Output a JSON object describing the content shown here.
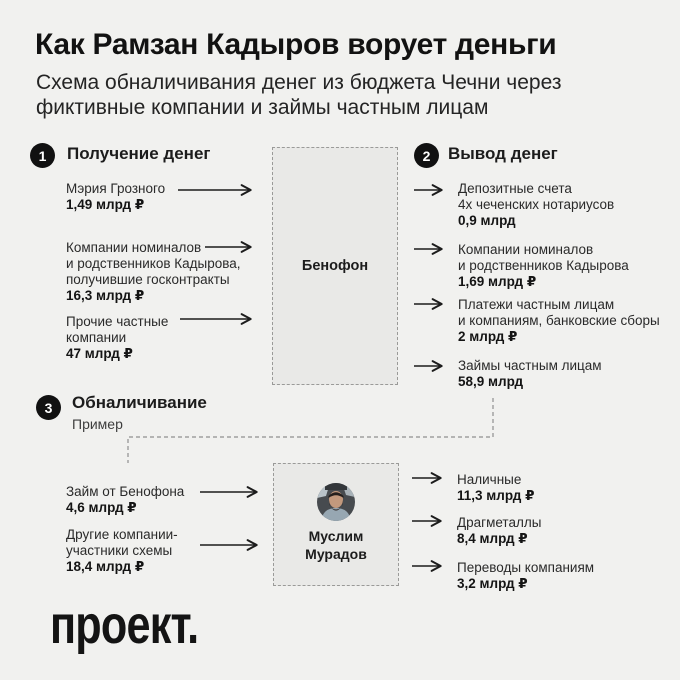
{
  "page": {
    "title": "Как Рамзан Кадыров ворует деньги",
    "subtitle_line1": "Схема обналичивания денег из бюджета Чечни через",
    "subtitle_line2": "фиктивные компании и займы частным лицам"
  },
  "steps": {
    "receive": {
      "number": "1",
      "heading": "Получение денег"
    },
    "withdraw": {
      "number": "2",
      "heading": "Вывод денег"
    },
    "cashout": {
      "number": "3",
      "heading": "Обналичивание",
      "subheading": "Пример"
    }
  },
  "nodes": {
    "benofon": {
      "label": "Бенофон"
    },
    "muradov": {
      "name_line1": "Муслим",
      "name_line2": "Мурадов",
      "photo": "man-in-car-portrait"
    }
  },
  "flows": {
    "receive": [
      {
        "lines": [
          "Мэрия Грозного"
        ],
        "amount": "1,49 млрд ₽"
      },
      {
        "lines": [
          "Компании номиналов",
          "и родственников Кадырова,",
          "получившие госконтракты"
        ],
        "amount": "16,3 млрд ₽"
      },
      {
        "lines": [
          "Прочие частные",
          "компании"
        ],
        "amount": "47 млрд ₽"
      }
    ],
    "withdraw": [
      {
        "lines": [
          "Депозитные счета",
          "4х чеченских нотариусов"
        ],
        "amount": "0,9 млрд"
      },
      {
        "lines": [
          "Компании номиналов",
          "и родственников Кадырова"
        ],
        "amount": "1,69 млрд ₽"
      },
      {
        "lines": [
          "Платежи частным лицам",
          "и компаниям, банковские сборы"
        ],
        "amount": "2 млрд ₽"
      },
      {
        "lines": [
          "Займы частным лицам"
        ],
        "amount": "58,9 млрд"
      }
    ],
    "cashout_in": [
      {
        "lines": [
          "Займ от Бенофона"
        ],
        "amount": "4,6 млрд ₽"
      },
      {
        "lines": [
          "Другие компании-",
          "участники схемы"
        ],
        "amount": "18,4 млрд ₽"
      }
    ],
    "cashout_out": [
      {
        "lines": [
          "Наличные"
        ],
        "amount": "11,3 млрд ₽"
      },
      {
        "lines": [
          "Драгметаллы"
        ],
        "amount": "8,4 млрд ₽"
      },
      {
        "lines": [
          "Переводы компаниям"
        ],
        "amount": "3,2 млрд ₽"
      }
    ]
  },
  "footer": {
    "logo": "проект."
  },
  "colors": {
    "background": "#f1f1ef",
    "node_fill": "#e9e9e7",
    "node_border": "#9a9a98",
    "text": "#1c1c1c",
    "badge": "#111111",
    "connector": "#8f8f8f"
  }
}
